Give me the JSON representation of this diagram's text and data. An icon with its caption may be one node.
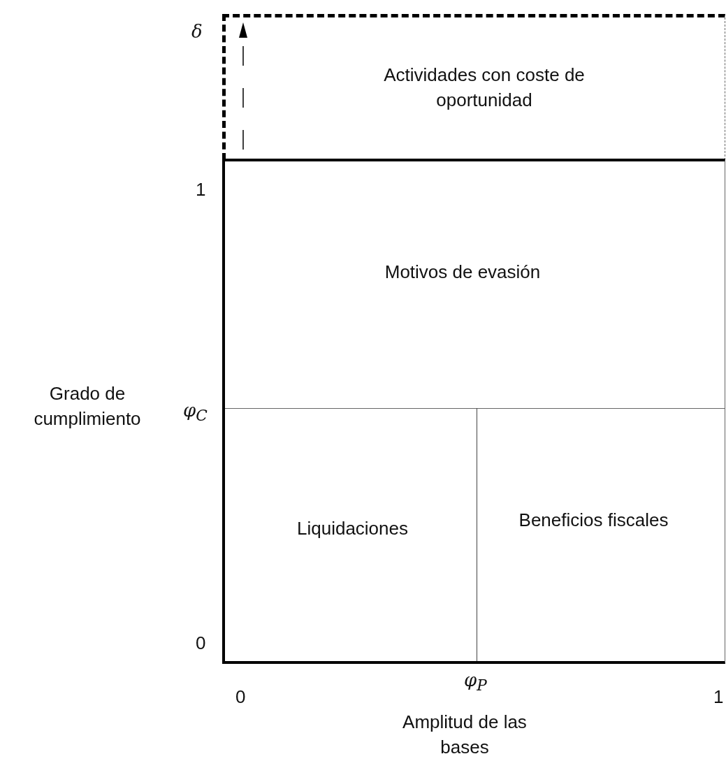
{
  "diagram": {
    "nodes": [
      {
        "text": [
          "Actividades con coste de oportunidad"
        ]
      },
      {
        "text": [
          "Motivos de evasión"
        ]
      },
      {
        "text": [
          "Liquidaciones"
        ]
      },
      {
        "text": [
          "Beneficios fiscales"
        ]
      }
    ],
    "labels": [
      "δ",
      "1",
      "φ$_{C}$",
      "Grado de cumplimiento",
      "0",
      "0",
      "φ$_{P}$",
      "1",
      "Amplitud de las bases"
    ]
  }
}
